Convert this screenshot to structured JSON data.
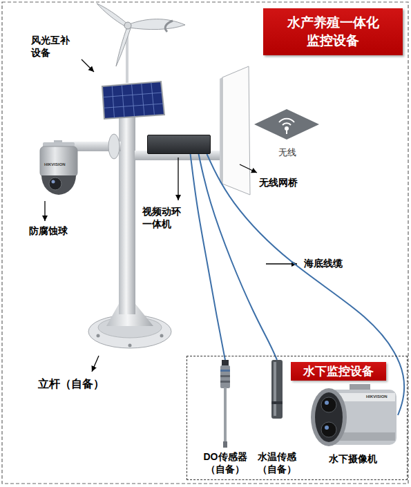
{
  "diagram": {
    "title": "水产养殖一体化 监控设备",
    "nodes": [
      {
        "text": [
          "视频动环 一体机"
        ]
      },
      {
        "text": [
          "水下监控设备"
        ]
      },
      {
        "text": [
          "DO传感器 （自备）"
        ],
        "in": 1
      },
      {
        "text": [
          "水温传感 （自备）"
        ],
        "in": 1
      },
      {
        "text": [
          "水下摄像机"
        ],
        "in": 1
      }
    ],
    "edges": [
      {
        "from": 0,
        "to": 2,
        "arrow": "none"
      },
      {
        "from": 0,
        "to": 3,
        "arrow": "none"
      },
      {
        "from": 0,
        "to": 4,
        "arrow": "none"
      }
    ],
    "labels": [
      "风光互补 设备",
      "无线",
      "无线网桥",
      "防腐蚀球",
      "海底线缆",
      "立杆（自备）",
      "HIKVISION",
      "HIKVISION"
    ]
  }
}
